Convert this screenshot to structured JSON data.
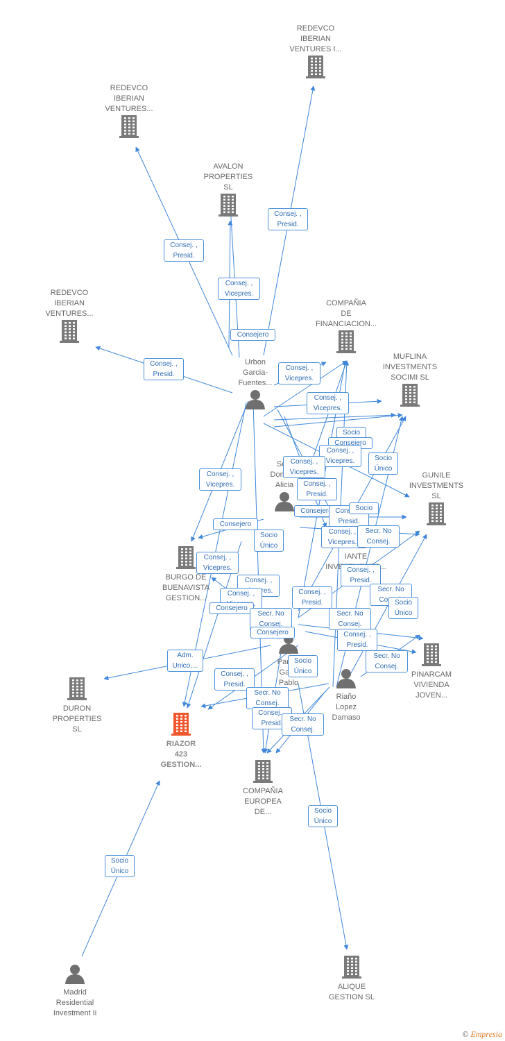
{
  "colors": {
    "edge": "#3f87da",
    "building": "#7a7a7a",
    "focus": "#f0572c",
    "person": "#6f6f6f"
  },
  "nodes": [
    {
      "id": "redevco1",
      "kind": "company",
      "label": "REDEVCO\nIBERIAN\nVENTURES I..."
    },
    {
      "id": "redevco2",
      "kind": "company",
      "label": "REDEVCO\nIBERIAN\nVENTURES..."
    },
    {
      "id": "avalon",
      "kind": "company",
      "label": "AVALON\nPROPERTIES\nSL"
    },
    {
      "id": "redevco3",
      "kind": "company",
      "label": "REDEVCO\nIBERIAN\nVENTURES..."
    },
    {
      "id": "compania_fin",
      "kind": "company",
      "label": "COMPAÑIA\nDE\nFINANCIACION..."
    },
    {
      "id": "muflina",
      "kind": "company",
      "label": "MUFLINA\nINVESTMENTS\nSOCIMI SL"
    },
    {
      "id": "gunile",
      "kind": "company",
      "label": "GUNILE\nINVESTMENTS\nSL"
    },
    {
      "id": "iante",
      "kind": "company",
      "label": "IANTE\nINVESTMENTS..."
    },
    {
      "id": "burgo",
      "kind": "company",
      "label": "BURGO DE\nBUENAVISTA\nGESTION..."
    },
    {
      "id": "pinarcam",
      "kind": "company",
      "label": "PINARCAM\nVIVIENDA\nJOVEN..."
    },
    {
      "id": "duron",
      "kind": "company",
      "label": "DURON\nPROPERTIES\nSL"
    },
    {
      "id": "riazor",
      "kind": "focus",
      "label": "RIAZOR\n423\nGESTION..."
    },
    {
      "id": "europea",
      "kind": "company",
      "label": "COMPAÑIA\nEUROPEA\nDE..."
    },
    {
      "id": "alique",
      "kind": "company",
      "label": "ALIQUE\nGESTION SL"
    },
    {
      "id": "urbon",
      "kind": "person",
      "label": "Urbon\nGarcia-\nFuentes..."
    },
    {
      "id": "alicia",
      "kind": "person",
      "label": "Se...\nDomin...\nAlicia"
    },
    {
      "id": "pablo",
      "kind": "person",
      "label": "Para...\nGar...\nPablo"
    },
    {
      "id": "damaso",
      "kind": "person",
      "label": "Riaño\nLopez\nDamaso"
    },
    {
      "id": "madrid",
      "kind": "person",
      "label": "Madrid\nResidential\nInvestment Ii"
    }
  ],
  "edge_labels": [
    "Consej. ,\nPresid.",
    "Consej. ,\nPresid.",
    "Consej. ,\nVicepres.",
    "Consejero",
    "Consej. ,\nPresid.",
    "Consej. ,\nVicepres.",
    "Consej. ,\nVicepres.",
    "Socio",
    "Consejero",
    "Consej. ,\nVicepres.",
    "Socio\nÚnico",
    "Consej. ,\nVicepres.",
    "Consej. ,\nPresid.",
    "Consejero",
    "Consej. ,\nVicepres.",
    "Consejero",
    "Socio\nÚnico",
    "Consej. ,\nPresid.",
    "Socio",
    "Consej. ,\nVicepres.",
    "Secr. No\nConsej.",
    "Consej. ,\nVicepres.",
    "Consej. ,\nVicepres.",
    "Consej. ,\nPresid.",
    "Consej. ,\nVicepres.",
    "Consejero",
    "Consej. ,\nPresid.",
    "Secr. No\nConsej.",
    "Secr. No\nConsej.",
    "Socio\nÚnico",
    "Consejero",
    "Secr. No\nConsej.",
    "Consej. ,\nPresid.",
    "Adm.\nUnico,...",
    "Socio\nÚnico",
    "Consej. ,\nPresid.",
    "Secr. No\nConsej.",
    "Secr. No\nConsej.",
    "Consej. ,\nPresid.",
    "Secr. No\nConsej.",
    "Socio\nÚnico",
    "Socio\nÚnico"
  ],
  "footer": {
    "copyright": "©",
    "brand": "Empresia"
  }
}
